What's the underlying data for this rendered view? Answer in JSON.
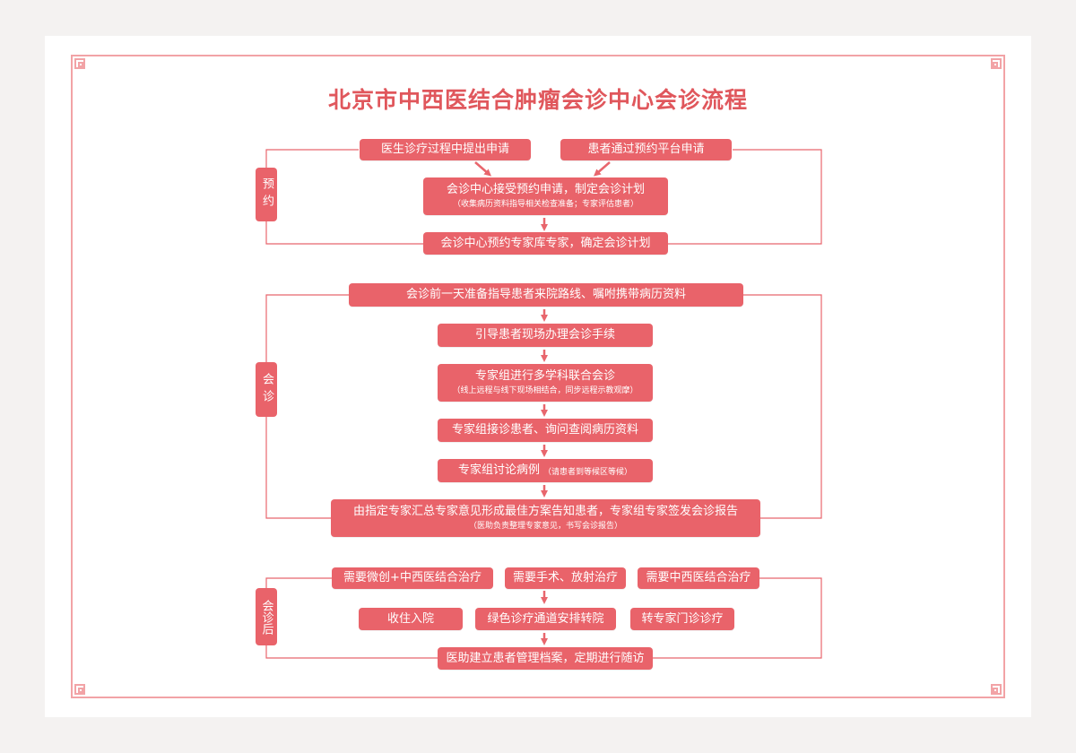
{
  "title": "北京市中西医结合肿瘤会诊中心会诊流程",
  "colors": {
    "accent": "#e9636a",
    "title": "#e0575c",
    "frame": "#f2a3a6",
    "line": "#e8666d"
  },
  "stages": {
    "booking": "预约",
    "consult": "会诊",
    "after": "会诊后"
  },
  "booking": {
    "doctor_apply": "医生诊疗过程中提出申请",
    "patient_apply": "患者通过预约平台申请",
    "center_accept": "会诊中心接受预约申请，制定会诊计划",
    "center_accept_note": "（收集病历资料指导相关检查准备；专家评估患者）",
    "center_book": "会诊中心预约专家库专家，确定会诊计划"
  },
  "consult": {
    "guide_day_before": "会诊前一天准备指导患者来院路线、嘱咐携带病历资料",
    "guide_procedure": "引导患者现场办理会诊手续",
    "mdt": "专家组进行多学科联合会诊",
    "mdt_note": "（线上远程与线下现场相结合，同步远程示教观摩）",
    "see_patient": "专家组接诊患者、询问查阅病历资料",
    "discuss": "专家组讨论病例",
    "discuss_note": "（请患者到等候区等候）",
    "report": "由指定专家汇总专家意见形成最佳方案告知患者，专家组专家签发会诊报告",
    "report_note": "（医助负责整理专家意见，书写会诊报告）"
  },
  "after": {
    "need_minimally_invasive": "需要微创+中西医结合治疗",
    "need_surgery": "需要手术、放射治疗",
    "need_integrated": "需要中西医结合治疗",
    "admit": "收住入院",
    "green_channel": "绿色诊疗通道安排转院",
    "outpatient": "转专家门诊诊疗",
    "followup": "医助建立患者管理档案，定期进行随访"
  }
}
